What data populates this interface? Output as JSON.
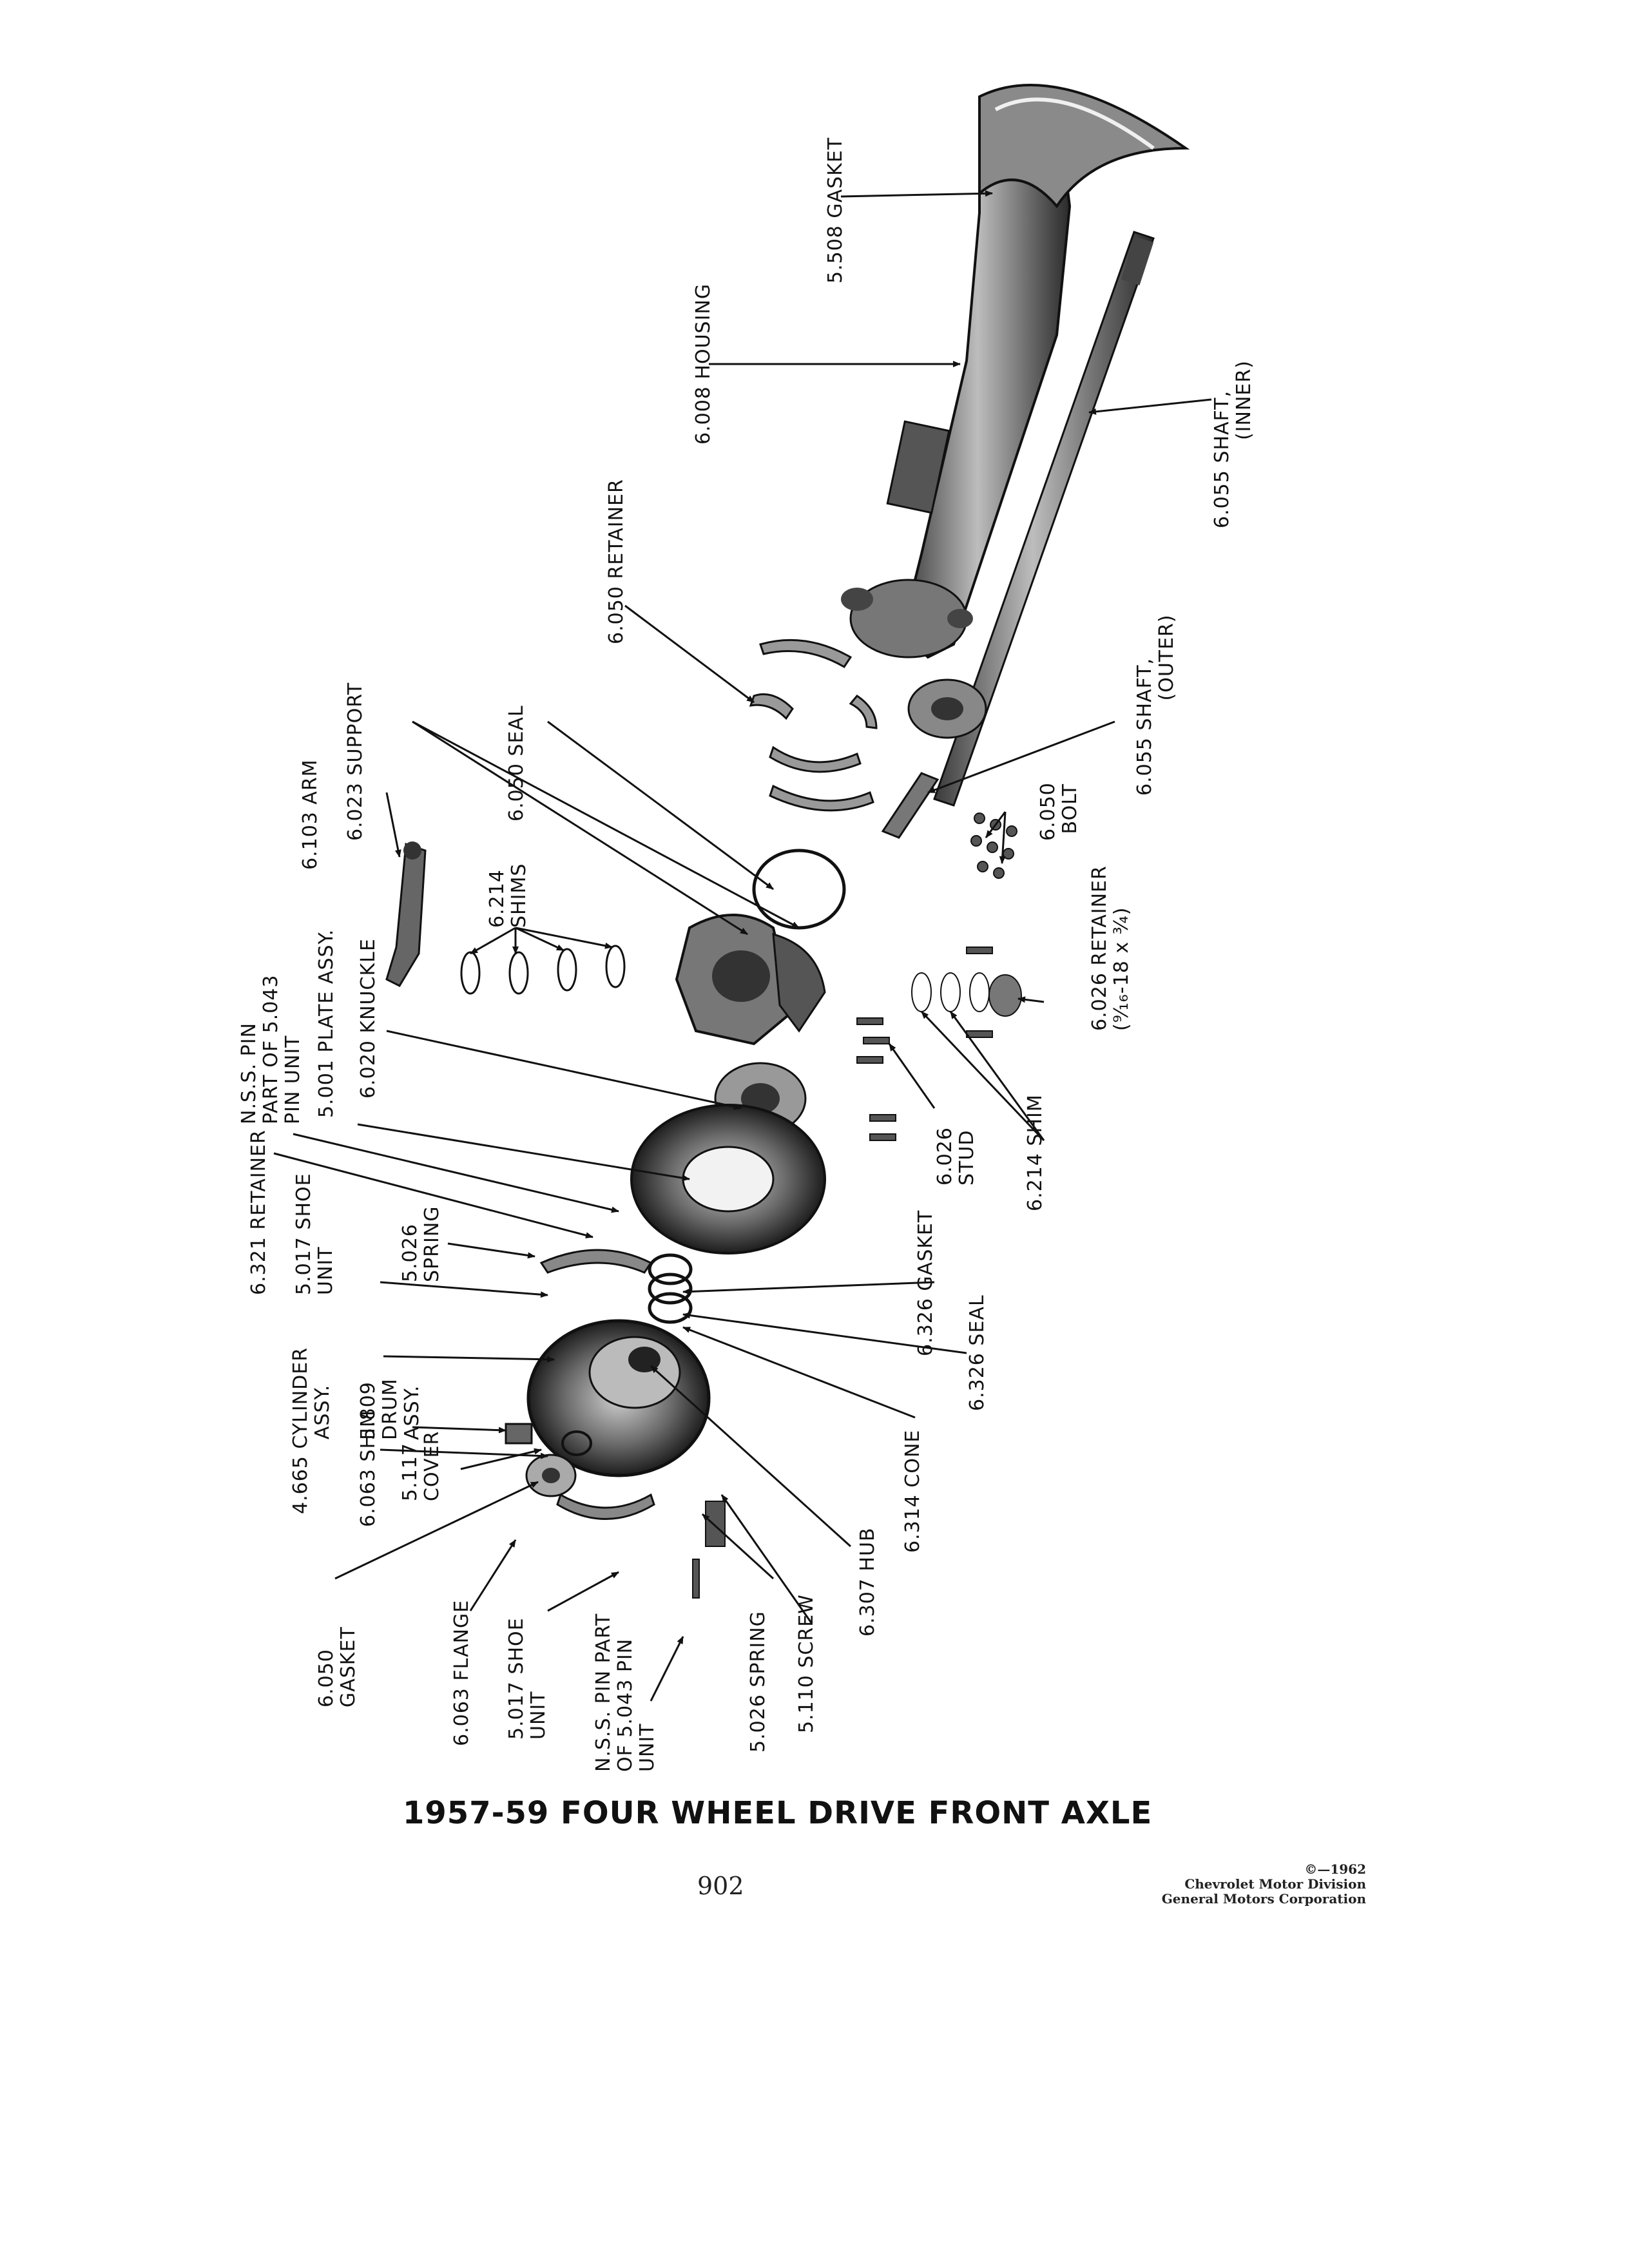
{
  "labels": {
    "gasket_5508": "5.508 GASKET",
    "housing_6008": "6.008 HOUSING",
    "shaft_inner_6055": "6.055 SHAFT,\n             (INNER)",
    "retainer_6050": "6.050 RETAINER",
    "shaft_outer_6055": "6.055 SHAFT,\n              (OUTER)",
    "bolt_6050": "6.050\n BOLT",
    "support_6023": "6.023 SUPPORT",
    "seal_6050": "6.050 SEAL",
    "arm_6103": "6.103 ARM",
    "shims_6214": "6.214\nSHIMS",
    "retainer_6026": "6.026 RETAINER\n(⁹⁄₁₆-18 x ¾)",
    "nss_pin_top": "N.S.S. PIN\nPART OF 5.043\nPIN UNIT",
    "plate_5001": "5.001 PLATE ASSY.",
    "knuckle_6020": "6.020 KNUCKLE",
    "stud_6026": "6.026\nSTUD",
    "shim_6214": "6.214 SHIM",
    "retainer_6321": "6.321 RETAINER",
    "shoe_5017_top": "5.017 SHOE\nUNIT",
    "spring_5026_top": "5.026\nSPRING",
    "gasket_6326": "6.326 GASKET",
    "seal_6326": "6.326 SEAL",
    "cylinder_4665": "4.665 CYLINDER\n           ASSY.",
    "drum_5809": "5.809\nDRUM\nASSY.",
    "shim_6063": "6.063 SHIM",
    "cover_5117": "5.117\nCOVER",
    "cone_6314": "6.314 CONE",
    "hub_6307": "6.307 HUB",
    "gasket_6050": "6.050\nGASKET",
    "flange_6063": "6.063 FLANGE",
    "shoe_5017_bottom": "5.017 SHOE\nUNIT",
    "nss_pin_bottom": "N.S.S. PIN PART\nOF 5.043 PIN\nUNIT",
    "spring_5026_bottom": "5.026 SPRING",
    "screw_5110": "5.110 SCREW"
  },
  "footer": {
    "title": "1957-59 FOUR WHEEL DRIVE FRONT AXLE",
    "page_number": "902",
    "copyright": "©—1962",
    "division": "Chevrolet Motor Division",
    "corporation": "General Motors Corporation"
  }
}
